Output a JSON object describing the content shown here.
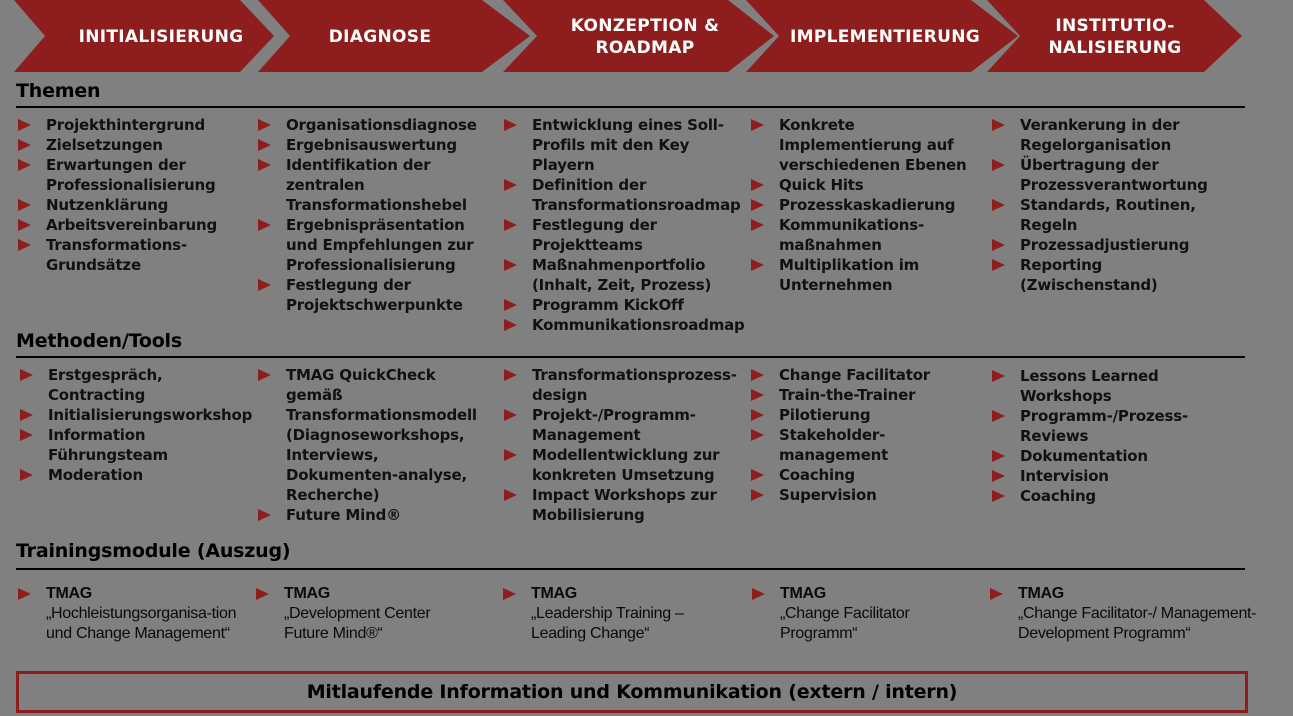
{
  "colors": {
    "background": "#808080",
    "accent": "#8e1e1e",
    "text": "#000000",
    "phase_text": "#ffffff"
  },
  "phases": [
    {
      "label": "INITIALISIERUNG"
    },
    {
      "label": "DIAGNOSE"
    },
    {
      "label": "KONZEPTION & ROADMAP"
    },
    {
      "label": "IMPLEMENTIERUNG"
    },
    {
      "label": "INSTITUTIO-NALISIERUNG"
    }
  ],
  "sections": {
    "themen": {
      "title": "Themen",
      "columns": [
        [
          "Projekthintergrund",
          "Zielsetzungen",
          "Erwartungen der Professionalisierung",
          "Nutzenklärung",
          "Arbeitsvereinbarung",
          "Transformations-Grundsätze"
        ],
        [
          "Organisationsdiagnose",
          "Ergebnisauswertung",
          "Identifikation der zentralen Transformationshebel",
          "Ergebnispräsentation und Empfehlungen zur Professionalisierung",
          "Festlegung der Projektschwerpunkte"
        ],
        [
          "Entwicklung eines Soll-Profils mit den Key Playern",
          "Definition der Transformationsroadmap",
          "Festlegung der Projektteams",
          "Maßnahmenportfolio (Inhalt, Zeit, Prozess)",
          "Programm KickOff",
          "Kommunikationsroadmap"
        ],
        [
          "Konkrete Implementierung auf verschiedenen Ebenen",
          "Quick Hits",
          "Prozesskaskadierung",
          "Kommunikations-maßnahmen",
          "Multiplikation im Unternehmen"
        ],
        [
          "Verankerung in der Regelorganisation",
          "Übertragung der Prozessverantwortung",
          "Standards, Routinen, Regeln",
          "Prozessadjustierung",
          "Reporting (Zwischenstand)"
        ]
      ]
    },
    "methoden": {
      "title": "Methoden/Tools",
      "columns": [
        [
          "Erstgespräch, Contracting",
          "Initialisierungsworkshop",
          "Information Führungsteam",
          "Moderation"
        ],
        [
          "TMAG QuickCheck gemäß Transformationsmodell (Diagnoseworkshops, Interviews, Dokumenten-analyse, Recherche)",
          "Future Mind®"
        ],
        [
          "Transformationsprozess-design",
          "Projekt-/Programm-Management",
          "Modellentwicklung zur konkreten Umsetzung",
          "Impact Workshops zur Mobilisierung"
        ],
        [
          "Change Facilitator",
          "Train-the-Trainer",
          "Pilotierung",
          "Stakeholder-management",
          "Coaching",
          "Supervision"
        ],
        [
          "Lessons Learned Workshops",
          "Programm-/Prozess-Reviews",
          "Dokumentation",
          "Intervision",
          "Coaching"
        ]
      ]
    },
    "training": {
      "title": "Trainingsmodule (Auszug)",
      "modules": [
        {
          "prefix": "TMAG",
          "text": "„Hochleistungsorganisa-tion und Change Management“"
        },
        {
          "prefix": "TMAG",
          "text": "„Development Center Future Mind®“"
        },
        {
          "prefix": "TMAG",
          "text": "„Leadership Training – Leading Change“"
        },
        {
          "prefix": "TMAG",
          "text": "„Change Facilitator Programm“"
        },
        {
          "prefix": "TMAG",
          "text": "„Change Facilitator-/ Management- Development Programm“"
        }
      ]
    }
  },
  "footer": {
    "label": "Mitlaufende Information und Kommunikation (extern / intern)"
  }
}
